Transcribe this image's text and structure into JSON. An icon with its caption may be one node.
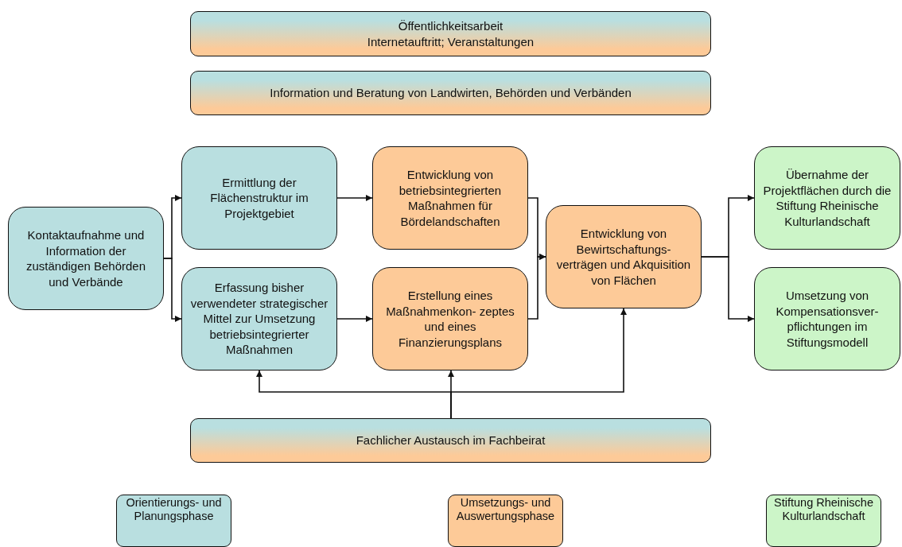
{
  "diagram": {
    "nodes": [
      {
        "text": [
          "Öffentlichkeitsarbeit",
          "Internetauftritt; Veranstaltungen"
        ]
      },
      {
        "text": [
          "Information und Beratung von Landwirten, Behörden und Verbänden"
        ]
      },
      {
        "text": [
          "Kontaktaufnahme und Information der zuständigen Behörden und Verbände"
        ]
      },
      {
        "text": [
          "Ermittlung der Flächenstruktur im Projektgebiet"
        ]
      },
      {
        "text": [
          "Erfassung bisher verwendeter strategischer Mittel zur Umsetzung betriebsintegrierter Maßnahmen"
        ]
      },
      {
        "text": [
          "Entwicklung von betriebsintegrierten Maßnahmen für Bördelandschaften"
        ]
      },
      {
        "text": [
          "Erstellung eines Maßnahmenkon- zeptes und eines Finanzierungsplans"
        ]
      },
      {
        "text": [
          "Entwicklung von Bewirtschaftungs- verträgen und Akquisition von Flächen"
        ]
      },
      {
        "text": [
          "Übernahme der Projektflächen durch die Stiftung Rheinische Kulturlandschaft"
        ]
      },
      {
        "text": [
          "Umsetzung von Kompensationsver- pflichtungen im Stiftungsmodell"
        ]
      },
      {
        "text": [
          "Fachlicher Austausch im Fachbeirat"
        ]
      }
    ],
    "edges": [
      {
        "from": 2,
        "to": 3,
        "arrow": "to"
      },
      {
        "from": 2,
        "to": 4,
        "arrow": "to"
      },
      {
        "from": 3,
        "to": 5,
        "arrow": "to"
      },
      {
        "from": 4,
        "to": 6,
        "arrow": "to"
      },
      {
        "from": 5,
        "to": 7,
        "arrow": "to"
      },
      {
        "from": 6,
        "to": 7,
        "arrow": "to"
      },
      {
        "from": 7,
        "to": 8,
        "arrow": "to"
      },
      {
        "from": 7,
        "to": 9,
        "arrow": "to"
      },
      {
        "from": 10,
        "to": 4,
        "arrow": "to"
      },
      {
        "from": 10,
        "to": 6,
        "arrow": "to"
      },
      {
        "from": 10,
        "to": 7,
        "arrow": "to"
      }
    ],
    "legend": [
      {
        "text": "Orientierungs- und Planungsphase",
        "color": "#b9dfe0"
      },
      {
        "text": "Umsetzungs- und Auswertungsphase",
        "color": "#fdca98"
      },
      {
        "text": "Stiftung Rheinische Kulturlandschaft",
        "color": "#ccf5c8"
      }
    ]
  }
}
